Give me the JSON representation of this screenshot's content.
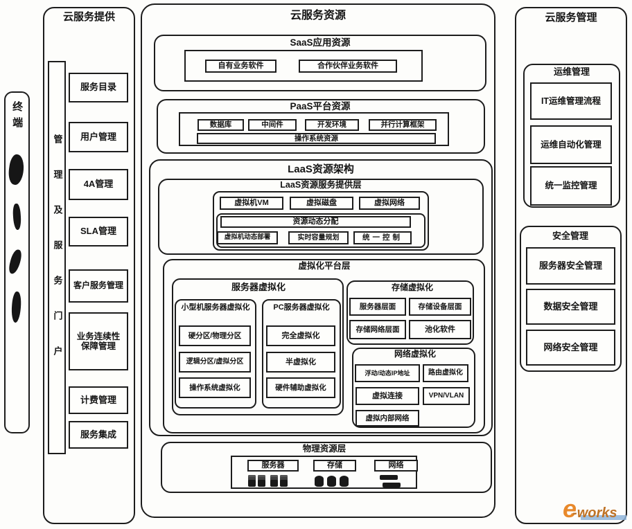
{
  "terminal": {
    "label": "终端",
    "icons": [
      "monitor-icon",
      "phone-icon",
      "laptop-icon",
      "handheld-icon"
    ]
  },
  "left_panel": {
    "title": "云服务提供",
    "portal_label": "管理及服务门户",
    "items": [
      "服务目录",
      "用户管理",
      "4A管理",
      "SLA管理",
      "客户服务管理",
      "业务连续性保障管理",
      "计费管理",
      "服务集成"
    ]
  },
  "center_panel": {
    "title": "云服务资源",
    "saas": {
      "title": "SaaS应用资源",
      "items": [
        "自有业务软件",
        "合作伙伴业务软件"
      ]
    },
    "paas": {
      "title": "PaaS平台资源",
      "items": [
        "数据库",
        "中间件",
        "开发环境",
        "并行计算框架"
      ],
      "os_bar": "操作系统资源"
    },
    "iaas": {
      "title": "LaaS资源架构",
      "service_layer": {
        "title": "LaaS资源服务提供层",
        "items": [
          "虚拟机VM",
          "虚拟磁盘",
          "虚拟网络"
        ],
        "allocation": {
          "title": "资源动态分配",
          "items": [
            "虚拟机动态部署",
            "实时容量规划",
            "统一控制"
          ]
        }
      },
      "virtualization_layer": {
        "title": "虚拟化平台层",
        "server_virtualization": {
          "title": "服务器虚拟化",
          "minicomputer": {
            "title": "小型机服务器虚拟化",
            "items": [
              "硬分区/物理分区",
              "逻辑分区/虚拟分区",
              "操作系统虚拟化"
            ]
          },
          "pc_server": {
            "title": "PC服务器虚拟化",
            "items": [
              "完全虚拟化",
              "半虚拟化",
              "硬件辅助虚拟化"
            ]
          }
        },
        "storage_virtualization": {
          "title": "存储虚拟化",
          "items": [
            "服务器层面",
            "存储设备层面",
            "存储网络层面",
            "池化软件"
          ]
        },
        "network_virtualization": {
          "title": "网络虚拟化",
          "items": [
            "浮动/动态IP地址",
            "路由虚拟化",
            "虚拟连接",
            "VPN/VLAN",
            "虚拟内部网络"
          ]
        }
      }
    },
    "physical_layer": {
      "title": "物理资源层",
      "items": [
        "服务器",
        "存储",
        "网络"
      ],
      "icons": [
        "server-icon",
        "storage-icon",
        "network-icon"
      ]
    }
  },
  "right_panel": {
    "title": "云服务管理",
    "om": {
      "title": "运维管理",
      "items": [
        "IT运维管理流程",
        "运维自动化管理",
        "统一监控管理"
      ]
    },
    "security": {
      "title": "安全管理",
      "items": [
        "服务器安全管理",
        "数据安全管理",
        "网络安全管理"
      ]
    }
  },
  "watermark": {
    "logo_e": "e",
    "logo_text": "-works"
  },
  "colors": {
    "line": "#1c1c1c",
    "watermark_orange": "#e8892b",
    "watermark_underline": "#8fb4d8"
  }
}
